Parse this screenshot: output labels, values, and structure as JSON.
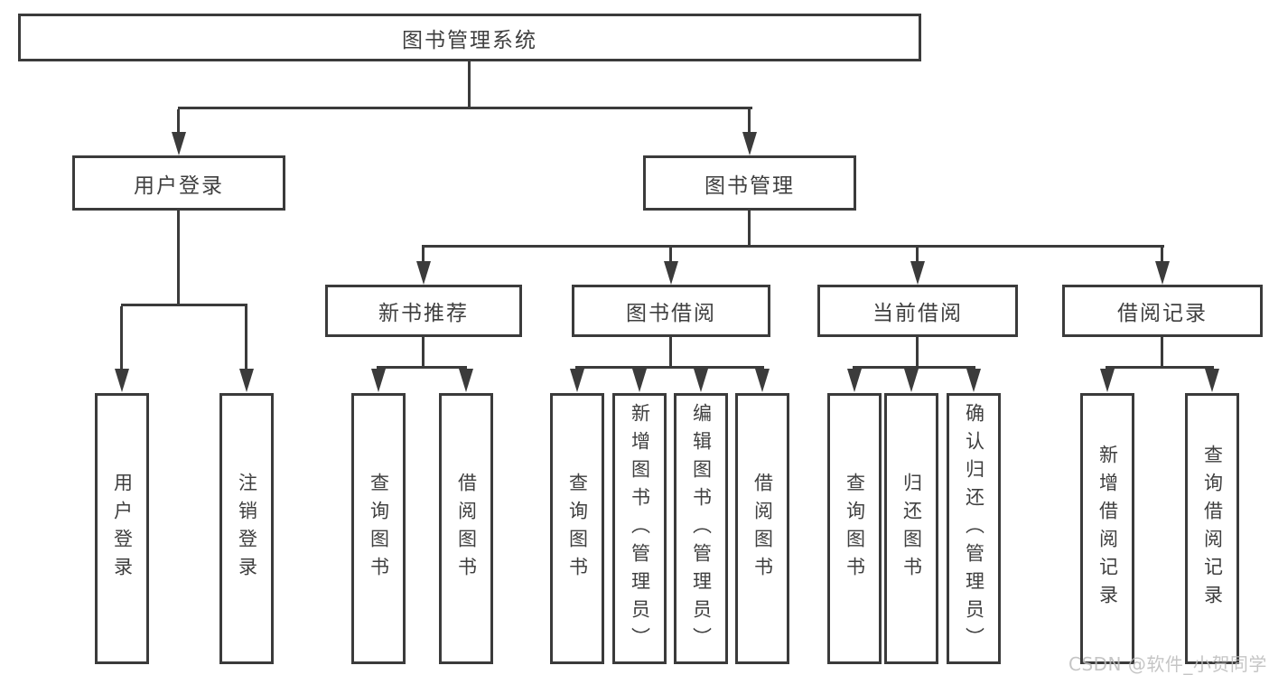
{
  "diagram": {
    "type": "hierarchy-functional-structure",
    "watermark": "CSDN @软件_小贺同学",
    "colors": {
      "line": "#3b3b3b",
      "text": "#3f3f3f",
      "watermark": "#bcbcbc",
      "background": "#ffffff"
    }
  },
  "tree": {
    "label": "图书管理系统",
    "children": [
      {
        "label": "用户登录",
        "children": [
          {
            "label": "用户登录"
          },
          {
            "label": "注销登录"
          }
        ]
      },
      {
        "label": "图书管理",
        "children": [
          {
            "label": "新书推荐",
            "children": [
              {
                "label": "查询图书"
              },
              {
                "label": "借阅图书"
              }
            ]
          },
          {
            "label": "图书借阅",
            "children": [
              {
                "label": "查询图书"
              },
              {
                "label": "新增图书（管理员）"
              },
              {
                "label": "编辑图书（管理员）"
              },
              {
                "label": "借阅图书"
              }
            ]
          },
          {
            "label": "当前借阅",
            "children": [
              {
                "label": "查询图书"
              },
              {
                "label": "归还图书"
              },
              {
                "label": "确认归还（管理员）"
              }
            ]
          },
          {
            "label": "借阅记录",
            "children": [
              {
                "label": "新增借阅记录"
              },
              {
                "label": "查询借阅记录"
              }
            ]
          }
        ]
      }
    ]
  }
}
